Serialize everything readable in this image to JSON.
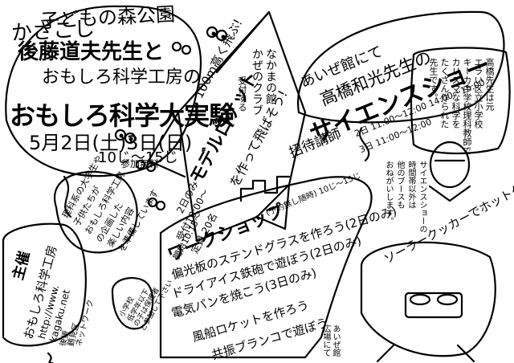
{
  "header": {
    "venue_line1": "かざこし",
    "venue_line2": "子どもの森公園",
    "hosts_line1": "後藤道夫先生と",
    "hosts_line2": "おもしろ科学工房の",
    "title": "おもしろ科学大実験",
    "date": "5月2日(土)3日(日)",
    "time": "10じ〜15じ",
    "free": "参加無料"
  },
  "model_rocket": {
    "title": "モデルロケット",
    "subtitle": "を作って飛ばそう!",
    "tagline": "100m高く飛ぶ!",
    "note_days": "2日のみ",
    "note_reception": "受付10:00〜",
    "capacity": "定員 20名",
    "start": "開始10:15〜"
  },
  "nakama": {
    "line1": "なかまの館",
    "line2": "かぜのクラブ",
    "line3": "受付する"
  },
  "science_show": {
    "venue": "あいぜ館にて",
    "invite": "招待講師",
    "lecturer": "高橋和光先生の",
    "title": "サイエンスショー",
    "schedule_day2": "2日 11:00〜12:00 14:00〜15:00",
    "schedule_day3": "3日 11:00〜12:00",
    "note_line1": "サイエンスショーの",
    "note_line2": "時間帯以外は",
    "note_line3": "他のブースも",
    "note_line4": "おねがいします。"
  },
  "lecturer_box": {
    "line1": "高橋先生は元",
    "line2": "エラい区立小学校",
    "line3": "キーカ中学校理科教師で",
    "line4": "カリスマな科学を",
    "line5": "たくさん作られた",
    "line6": "先生です。"
  },
  "workshop": {
    "title": "ワークショップ",
    "schedule": "(予約無し随時) 10じ〜15じ",
    "item1": "偏光板のステンドグラスを作ろう(2日のみ)",
    "item2": "ドライアイス鉄砲で遊ぼう(2日のみ)",
    "item3": "電気パンを焼こう(3日のみ)",
    "item4": "風船ロケットを作ろう",
    "item5": "共振ブランコで遊ぼう"
  },
  "solar": {
    "title": "ソーラークッカーでホットケーキを焼こう",
    "location_line1": "あいぜ館",
    "location_line2": "広場にて"
  },
  "note_left": {
    "line1": "理科系の大学生や",
    "line2": "子供たちが",
    "line3": "おもしろ科学工房",
    "line4": "の企画した",
    "line5": "楽しい内容",
    "line6": "を準備しています"
  },
  "sponsor": {
    "label": "主催",
    "name": "おもしろ科学工房",
    "url1": "http://www.",
    "url2": "kagaku.net",
    "extra1": "後援",
    "extra2": "鶴見区",
    "extra3": "ネットワーク"
  },
  "small_note": {
    "line1": "小学校",
    "line2": "低学年以下",
    "line3": "の子は保護者",
    "line4": "と参加して下さい"
  },
  "colors": {
    "ink": "#000000",
    "paper": "#ffffff"
  }
}
